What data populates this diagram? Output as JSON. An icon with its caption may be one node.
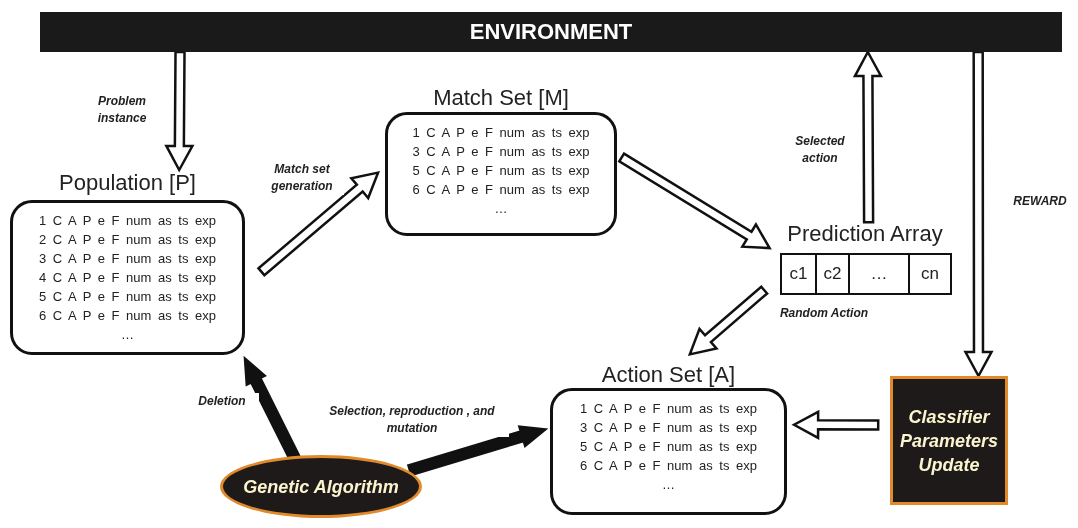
{
  "diagram": {
    "nodes": [
      {
        "text": [
          "ENVIRONMENT"
        ]
      },
      {
        "text": [
          "Population [P]",
          "1 C A P e F num as ts exp",
          "2 C A P e F num as ts exp",
          "3 C A P e F num as ts exp",
          "4 C A P e F num as ts exp",
          "5 C A P e F num as ts exp",
          "6 C A P e F num as ts exp",
          "…"
        ]
      },
      {
        "text": [
          "Match Set [M]",
          "1 C A P e F num as ts exp",
          "3 C A P e F num as ts exp",
          "5 C A P e F num as ts exp",
          "6 C A P e F num as ts exp",
          "…"
        ]
      },
      {
        "text": [
          "Prediction Array"
        ]
      },
      {
        "text": [
          "c1"
        ],
        "in": 3
      },
      {
        "text": [
          "c2"
        ],
        "in": 3
      },
      {
        "text": [
          "…"
        ],
        "in": 3
      },
      {
        "text": [
          "cn"
        ],
        "in": 3
      },
      {
        "text": [
          "Action Set [A]",
          "1 C A P e F num as ts exp",
          "3 C A P e F num as ts exp",
          "5 C A P e F num as ts exp",
          "6 C A P e F num as ts exp",
          "…"
        ]
      },
      {
        "text": [
          "Classifier Parameters Update"
        ]
      },
      {
        "text": [
          "Genetic Algorithm"
        ]
      }
    ],
    "edges": [
      {
        "from": 0,
        "to": 1,
        "arrow": "to",
        "label": "Problem instance"
      },
      {
        "from": 1,
        "to": 2,
        "arrow": "to",
        "label": "Match set generation"
      },
      {
        "from": 2,
        "to": 3,
        "arrow": "to"
      },
      {
        "from": 3,
        "to": 0,
        "arrow": "to",
        "label": "Selected action"
      },
      {
        "from": 0,
        "to": 9,
        "arrow": "to",
        "label": "REWARD"
      },
      {
        "from": 3,
        "to": 8,
        "arrow": "to",
        "label": "Random Action"
      },
      {
        "from": 9,
        "to": 8,
        "arrow": "to"
      },
      {
        "from": 10,
        "to": 1,
        "arrow": "to",
        "label": "Deletion",
        "style": "thick"
      },
      {
        "from": 10,
        "to": 8,
        "arrow": "to",
        "label": "Selection, reproduction , and mutation",
        "style": "thick"
      }
    ]
  }
}
